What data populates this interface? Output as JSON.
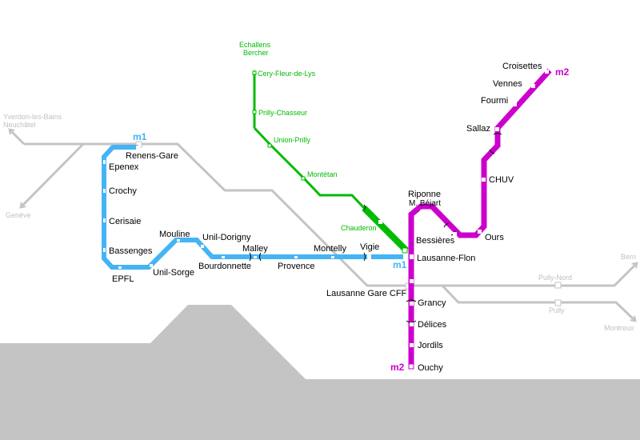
{
  "title": "Lausanne Metro Network Map",
  "colors": {
    "m1": "#44b4f4",
    "m2": "#cc00cc",
    "lo": "#00bb00",
    "rail": "#c4c4c4",
    "lake": "#c4c4c4",
    "text": "#000000"
  },
  "lines": {
    "m1": {
      "tag": "m1",
      "stations": [
        "Renens-Gare",
        "Epenex",
        "Crochy",
        "Cerisaie",
        "Bassenges",
        "EPFL",
        "Unil-Sorge",
        "Mouline",
        "Unil-Dorigny",
        "Bourdonnette",
        "Malley",
        "Provence",
        "Montelly",
        "Vigie",
        "Lausanne-Flon"
      ]
    },
    "m2": {
      "tag": "m2",
      "stations": [
        "Croisettes",
        "Vennes",
        "Fourmi",
        "Sallaz",
        "CHUV",
        "Ours",
        "Bessières",
        "Riponne M. Béjart",
        "Lausanne-Flon",
        "Lausanne Gare CFF",
        "Grancy",
        "Délices",
        "Jordils",
        "Ouchy"
      ]
    },
    "lo": {
      "terminus_1": "Echallens",
      "terminus_2": "Bercher",
      "stations": [
        "Cery-Fleur-de-Lys",
        "Prilly-Chasseur",
        "Union-Prilly",
        "Montétan",
        "Chauderon",
        "Lausanne-Flon"
      ]
    },
    "rail": {
      "destinations": [
        "Yverdon-les-Bains",
        "Neuchâtel",
        "Genève",
        "Bern",
        "Montreux"
      ],
      "stations": [
        "Pully-Nord",
        "Pully"
      ]
    }
  },
  "labels": {
    "renens": "Renens-Gare",
    "epenex": "Epenex",
    "crochy": "Crochy",
    "cerisaie": "Cerisaie",
    "bassenges": "Bassenges",
    "epfl": "EPFL",
    "unil_sorge": "Unil-Sorge",
    "mouline": "Mouline",
    "unil_dorigny": "Unil-Dorigny",
    "bourdonnette": "Bourdonnette",
    "malley": "Malley",
    "provence": "Provence",
    "montelly": "Montelly",
    "vigie": "Vigie",
    "flon": "Lausanne-Flon",
    "gare": "Lausanne  Gare CFF",
    "grancy": "Grancy",
    "delices": "Délices",
    "jordils": "Jordils",
    "ouchy": "Ouchy",
    "riponne": "Riponne",
    "bejart": "M. Béjart",
    "bessieres": "Bessières",
    "ours": "Ours",
    "chuv": "CHUV",
    "sallaz": "Sallaz",
    "fourmi": "Fourmi",
    "vennes": "Vennes",
    "croisettes": "Croisettes",
    "echallens": "Echallens",
    "bercher": "Bercher",
    "cery": "Cery-Fleur-de-Lys",
    "prilly_chasseur": "Prilly-Chasseur",
    "union_prilly": "Union-Prilly",
    "montetan": "Montétan",
    "chauderon": "Chauderon",
    "yverdon": "Yverdon-les-Bains",
    "neuchatel": "Neuchâtel",
    "geneve": "Genève",
    "bern": "Bern",
    "montreux": "Montreux",
    "pully_nord": "Pully-Nord",
    "pully": "Pully",
    "m1_tag_top": "m1",
    "m1_tag_flon": "m1",
    "m2_tag_top": "m2",
    "m2_tag_ouchy": "m2"
  }
}
